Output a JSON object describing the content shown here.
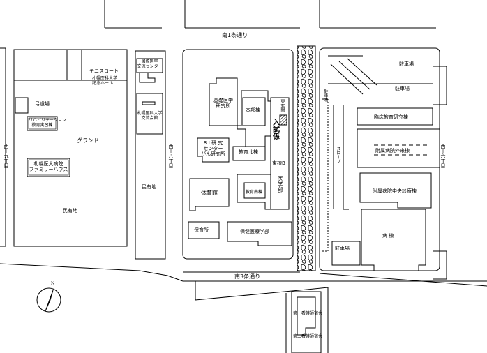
{
  "roads": {
    "south1": "南1条通り",
    "south3": "南3条通り",
    "west19": "西十九丁目",
    "west18": "西十八丁目",
    "west16": "西十六丁目"
  },
  "west_block": {
    "tennis": "テニスコート",
    "kyudo": "弓道場",
    "rehab": [
      "リハビリテーション",
      "教育実習棟"
    ],
    "ground": "グランド",
    "family_house": [
      "札幌医大病院",
      "ファミリーハウス"
    ],
    "private": "民有地"
  },
  "narrow_block": {
    "center": [
      "国際医学",
      "交流センター"
    ],
    "hall": [
      "札幌医科大学",
      "記念ホール"
    ],
    "kaikan": [
      "札幌医科大学",
      "交流会館"
    ],
    "private": "民有地"
  },
  "main_block": {
    "basic": [
      "基礎医学",
      "研究所"
    ],
    "honbu": "本部棟",
    "east_gate": "東玄関",
    "entrance": "入試係",
    "ri": [
      "R I 研 究",
      "センター",
      "がん研究所"
    ],
    "kyoiku_north": "教育北棟",
    "east_b": "東棟B",
    "gym": "体育館",
    "kyoiku_south": "教育南棟",
    "med": "医学部",
    "nursery": "保育所",
    "health": "保健医療学部"
  },
  "hospital_block": {
    "parking_top": "駐車場",
    "parking_top2": "駐車場",
    "parking_left": "駐車場",
    "slope": "スロープ",
    "clinical": "臨床教育研究棟",
    "outpatient": "附属病院外来棟",
    "exam": "附属病院中央診療棟",
    "ward": "病 棟",
    "parking_bottom": "駐車場"
  },
  "south_block": {
    "dorm1": "第一看護師宿舎",
    "dorm2": "第二看護師宿舎"
  },
  "compass": "N",
  "colors": {
    "line": "#000000",
    "bg": "#ffffff",
    "hatch": "#000000"
  }
}
